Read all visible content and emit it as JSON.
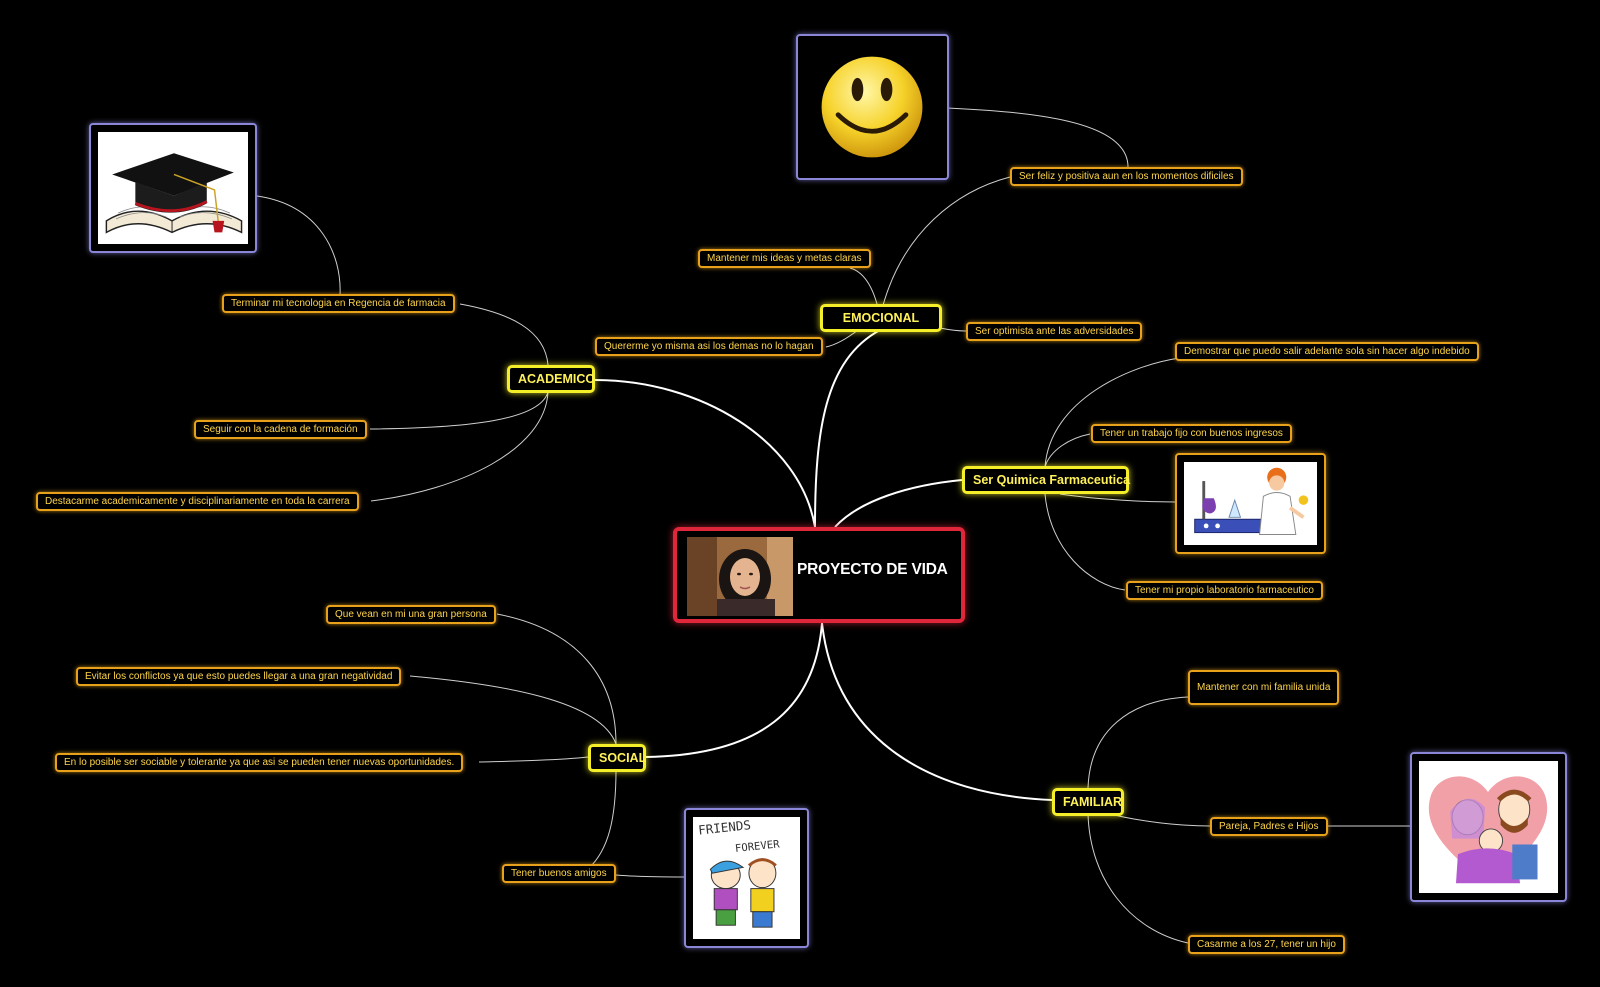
{
  "central": {
    "title": "PROYECTO DE VIDA",
    "image": "portrait-photo"
  },
  "branches": {
    "emocional": {
      "label": "EMOCIONAL",
      "image": "smiley-face",
      "items": [
        "Ser feliz y positiva aun en los momentos dificiles",
        "Mantener mis ideas y metas claras",
        "Quererme yo misma asi los demas no lo hagan",
        "Ser optimista ante las adversidades"
      ]
    },
    "academico": {
      "label": "ACADEMICO",
      "image": "graduation-cap-book",
      "items": [
        "Terminar mi tecnologia en Regencia de farmacia",
        "Seguir con la cadena de formación",
        "Destacarme academicamente y disciplinariamente en toda la carrera"
      ]
    },
    "quimica": {
      "label": "Ser Quimica Farmaceutica",
      "image": "laboratory-girl",
      "items": [
        "Demostrar que puedo salir adelante sola sin hacer algo indebido",
        "Tener un trabajo fijo con buenos ingresos",
        "Tener mi propio laboratorio farmaceutico"
      ]
    },
    "social": {
      "label": "SOCIAL",
      "image": "friends-forever",
      "image_text_1": "FRIENDS",
      "image_text_2": "FOREVER",
      "items": [
        "Que vean en mi una gran persona",
        "Evitar los conflictos ya que esto puedes llegar a una gran negatividad",
        "En lo posible ser sociable y tolerante ya que asi se pueden tener nuevas oportunidades.",
        "Tener buenos amigos"
      ]
    },
    "familiar": {
      "label": "FAMILIAR",
      "image": "family-heart",
      "items": [
        "Mantener con mi familia unida",
        "Pareja, Padres e Hijos",
        "Casarme a los 27, tener un hijo"
      ]
    }
  },
  "colors": {
    "background": "#000000",
    "central_border": "#e0263a",
    "branch_border": "#f5ef2a",
    "leaf_border": "#e8a11b",
    "leaf_text": "#ffd54a",
    "image_border": "#8a86d8",
    "link_main": "#ffffff",
    "link_sub": "#d9d9d9"
  }
}
